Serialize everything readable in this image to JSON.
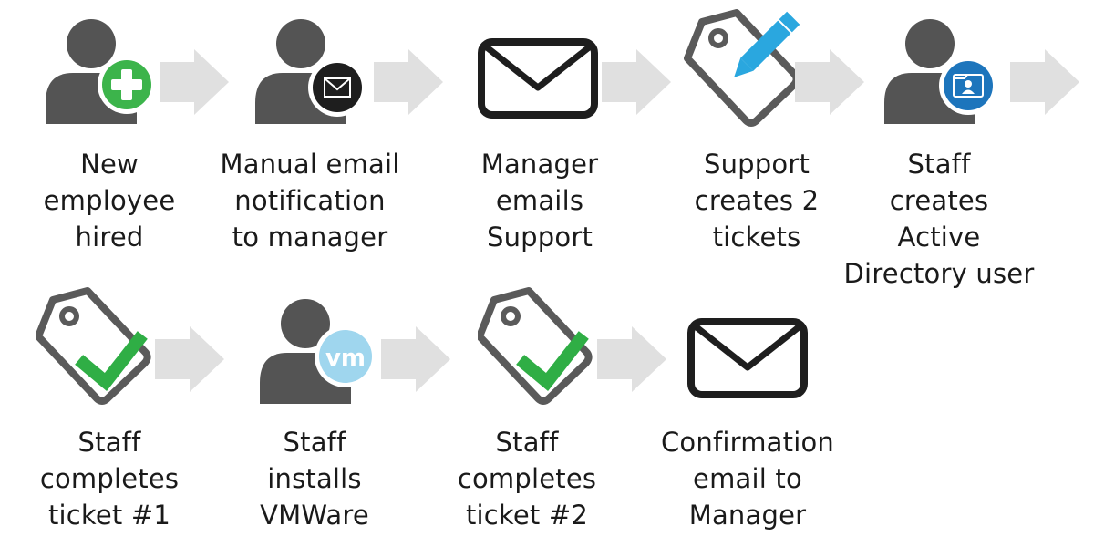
{
  "colors": {
    "person": "#545454",
    "arrow": "#e0e0e0",
    "green": "#3cb44b",
    "check": "#2fae45",
    "dark": "#1e1e1e",
    "blue": "#1d75bc",
    "pencil": "#2aa7df",
    "vm": "#9fd6ee",
    "tag": "#5a5a5a",
    "text": "#1a1a1a"
  },
  "steps": [
    {
      "id": "s1",
      "icon": "person-plus-icon",
      "lines": [
        "New",
        "employee",
        "hired"
      ]
    },
    {
      "id": "s2",
      "icon": "person-email-icon",
      "lines": [
        "Manual email",
        "notification",
        "to manager"
      ]
    },
    {
      "id": "s3",
      "icon": "envelope-icon",
      "lines": [
        "Manager",
        "emails",
        "Support"
      ]
    },
    {
      "id": "s4",
      "icon": "tag-pencil-icon",
      "lines": [
        "Support",
        "creates 2",
        "tickets"
      ]
    },
    {
      "id": "s5",
      "icon": "person-directory-icon",
      "lines": [
        "Staff",
        "creates",
        "Active",
        "Directory user"
      ]
    },
    {
      "id": "s6",
      "icon": "tag-check-icon",
      "lines": [
        "Staff",
        "completes",
        "ticket #1"
      ]
    },
    {
      "id": "s7",
      "icon": "person-vm-icon",
      "badge_text": "vm",
      "lines": [
        "Staff",
        "installs",
        "VMWare"
      ]
    },
    {
      "id": "s8",
      "icon": "tag-check-icon",
      "lines": [
        "Staff",
        "completes",
        "ticket #2"
      ]
    },
    {
      "id": "s9",
      "icon": "envelope-icon",
      "lines": [
        "Confirmation",
        "email to",
        "Manager"
      ]
    }
  ]
}
